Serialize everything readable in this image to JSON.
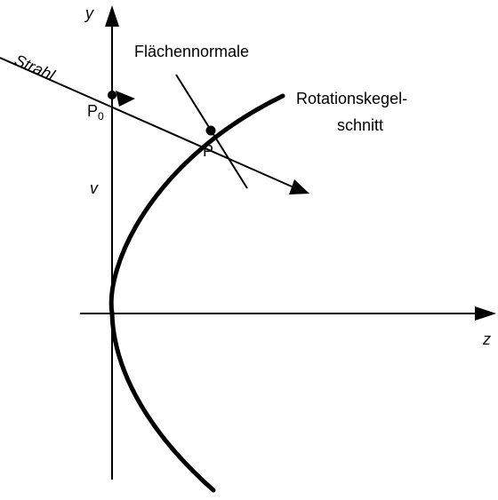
{
  "labels": {
    "y_axis": "y",
    "z_axis": "z",
    "ray": "Strahl",
    "normal": "Flächennormale",
    "surface_line1": "Rotationskegel-",
    "surface_line2": "schnitt",
    "p0_main": "P",
    "p0_sub": "0",
    "p": "P",
    "v": "v"
  },
  "colors": {
    "ink": "#000000",
    "background": "#ffffff"
  }
}
